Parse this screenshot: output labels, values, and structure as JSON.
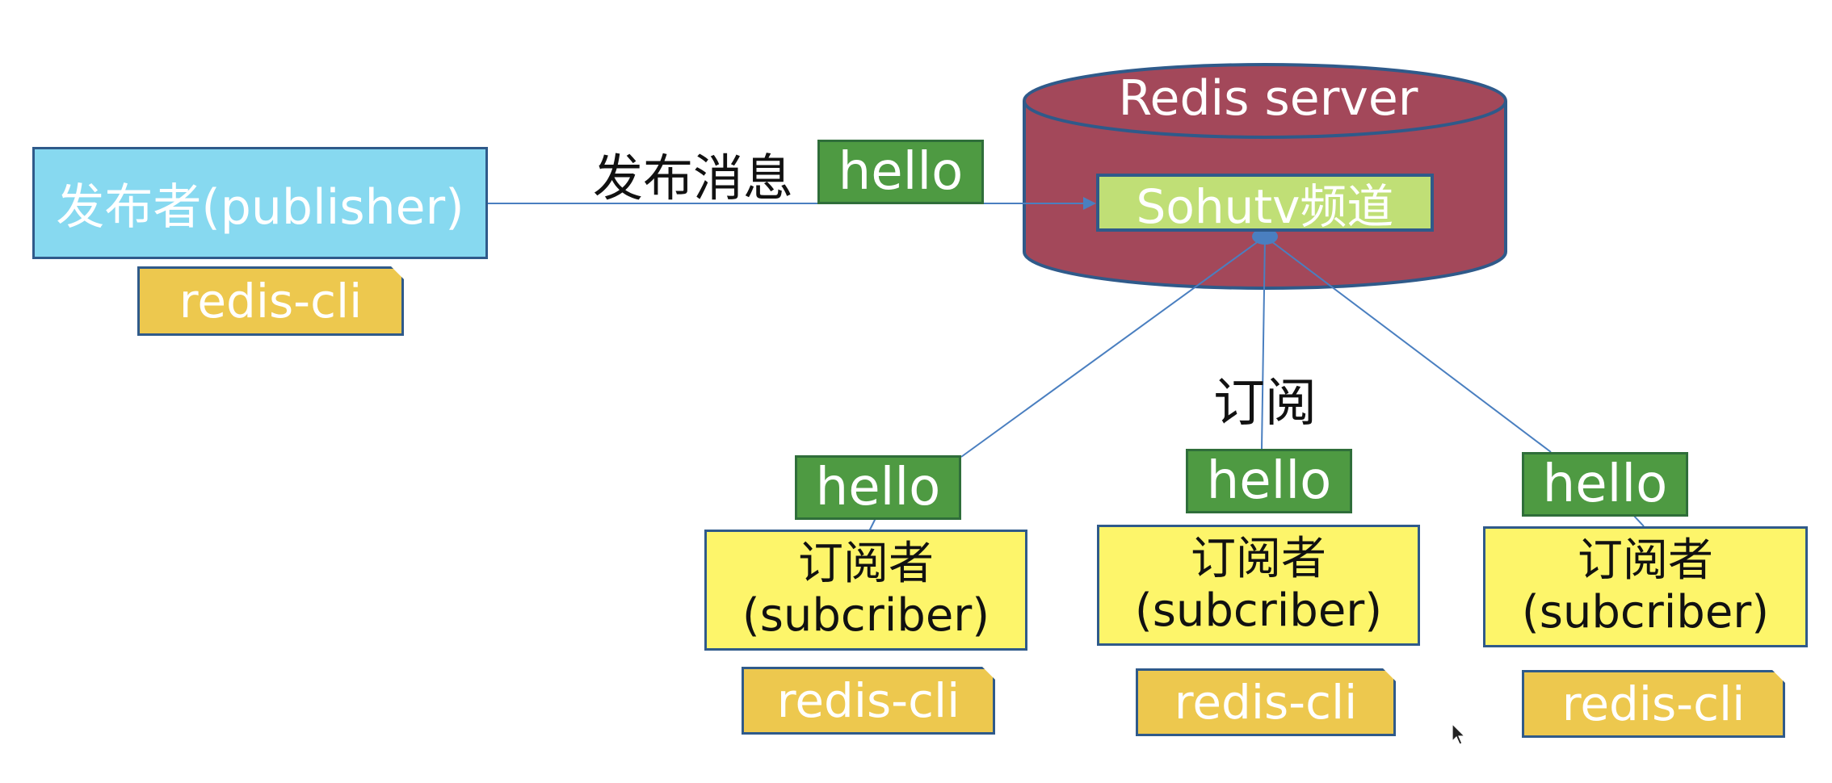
{
  "publisher": {
    "label": "发布者(publisher)",
    "client": "redis-cli"
  },
  "publish_action": {
    "label": "发布消息",
    "message": "hello"
  },
  "server": {
    "title": "Redis server",
    "channel": "Sohutv频道"
  },
  "subscribe_label": "订阅",
  "subscribers": [
    {
      "message": "hello",
      "line1": "订阅者",
      "line2": "(subcriber)",
      "client": "redis-cli"
    },
    {
      "message": "hello",
      "line1": "订阅者",
      "line2": "(subcriber)",
      "client": "redis-cli"
    },
    {
      "message": "hello",
      "line1": "订阅者",
      "line2": "(subcriber)",
      "client": "redis-cli"
    }
  ],
  "colors": {
    "publisher_fill": "#87d9f0",
    "client_fill": "#edc84e",
    "message_fill": "#4e9a42",
    "subscriber_fill": "#fdf56a",
    "server_fill": "#a3485a",
    "channel_fill": "#c0df76",
    "connector": "#4a7fc0"
  }
}
